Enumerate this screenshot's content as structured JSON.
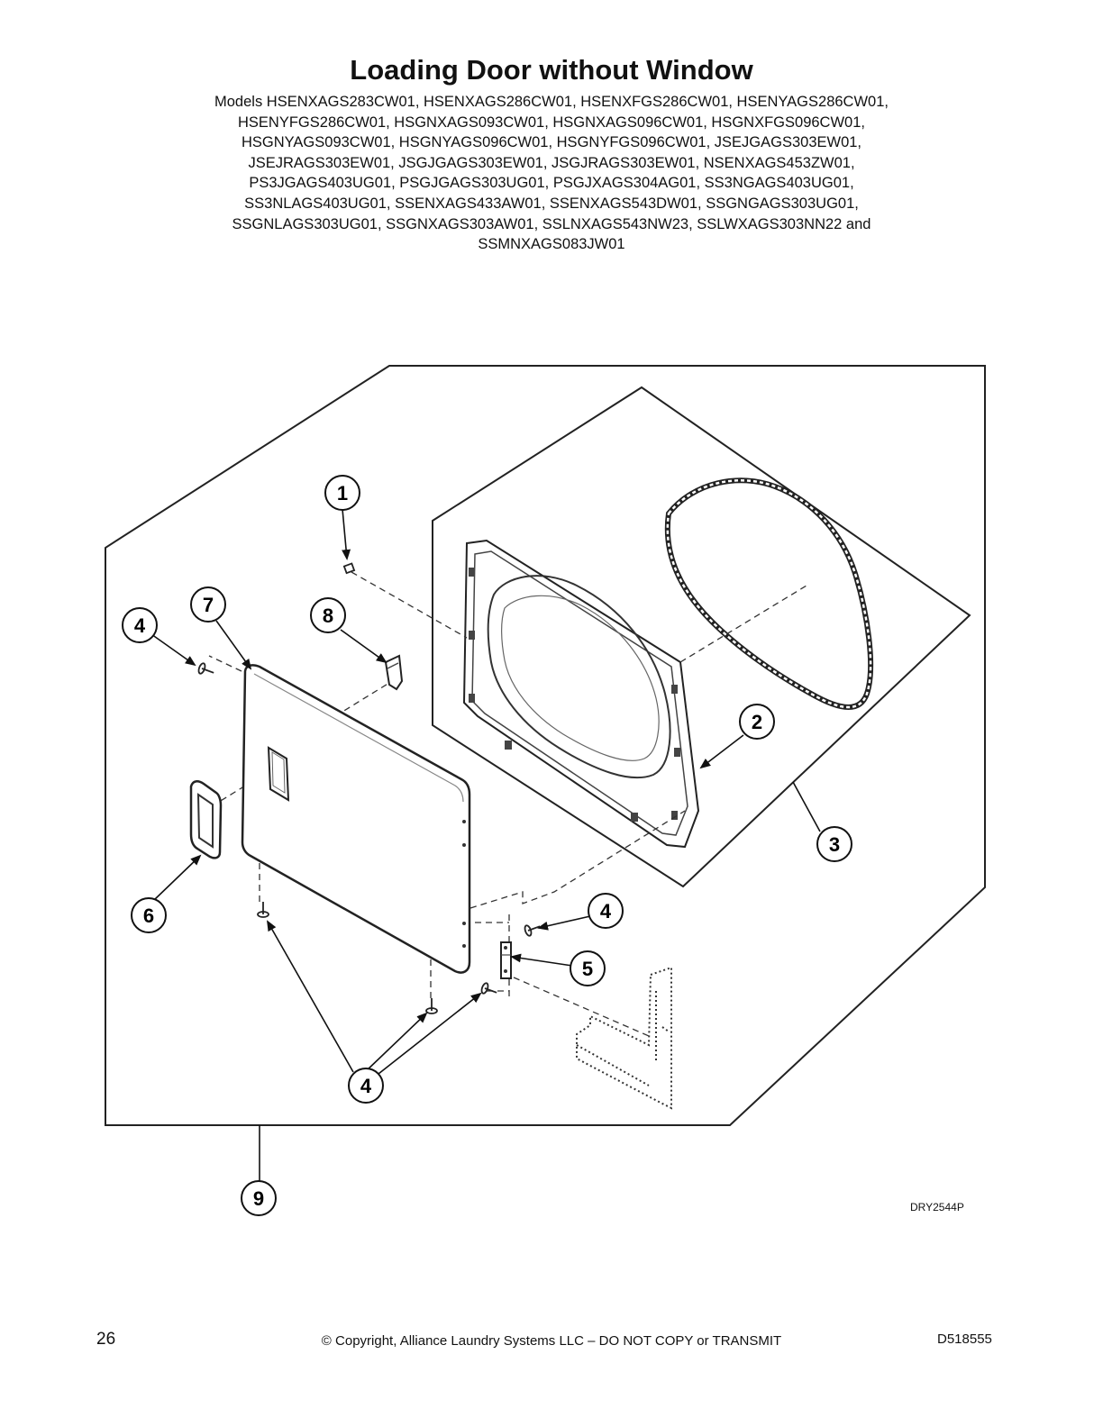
{
  "header": {
    "title": "Loading Door without Window",
    "models_lines": [
      "Models HSENXAGS283CW01, HSENXAGS286CW01, HSENXFGS286CW01, HSENYAGS286CW01,",
      "HSENYFGS286CW01, HSGNXAGS093CW01, HSGNXAGS096CW01, HSGNXFGS096CW01,",
      "HSGNYAGS093CW01, HSGNYAGS096CW01, HSGNYFGS096CW01, JSEJGAGS303EW01,",
      "JSEJRAGS303EW01, JSGJGAGS303EW01, JSGJRAGS303EW01, NSENXAGS453ZW01,",
      "PS3JGAGS403UG01, PSGJGAGS303UG01, PSGJXAGS304AG01, SS3NGAGS403UG01,",
      "SS3NLAGS403UG01, SSENXAGS433AW01, SSENXAGS543DW01, SSGNGAGS303UG01,",
      "SSGNLAGS303UG01, SSGNXAGS303AW01, SSLNXAGS543NW23, SSLWXAGS303NN22 and",
      "SSMNXAGS083JW01"
    ]
  },
  "callouts": {
    "c1": "1",
    "c2": "2",
    "c3": "3",
    "c4a": "4",
    "c4b": "4",
    "c4c": "4",
    "c5": "5",
    "c6": "6",
    "c7": "7",
    "c8": "8",
    "c9": "9"
  },
  "drawing_code": "DRY2544P",
  "footer": {
    "page_number": "26",
    "copyright": "© Copyright, Alliance Laundry Systems LLC – DO NOT COPY or TRANSMIT",
    "doc_number": "D518555"
  }
}
